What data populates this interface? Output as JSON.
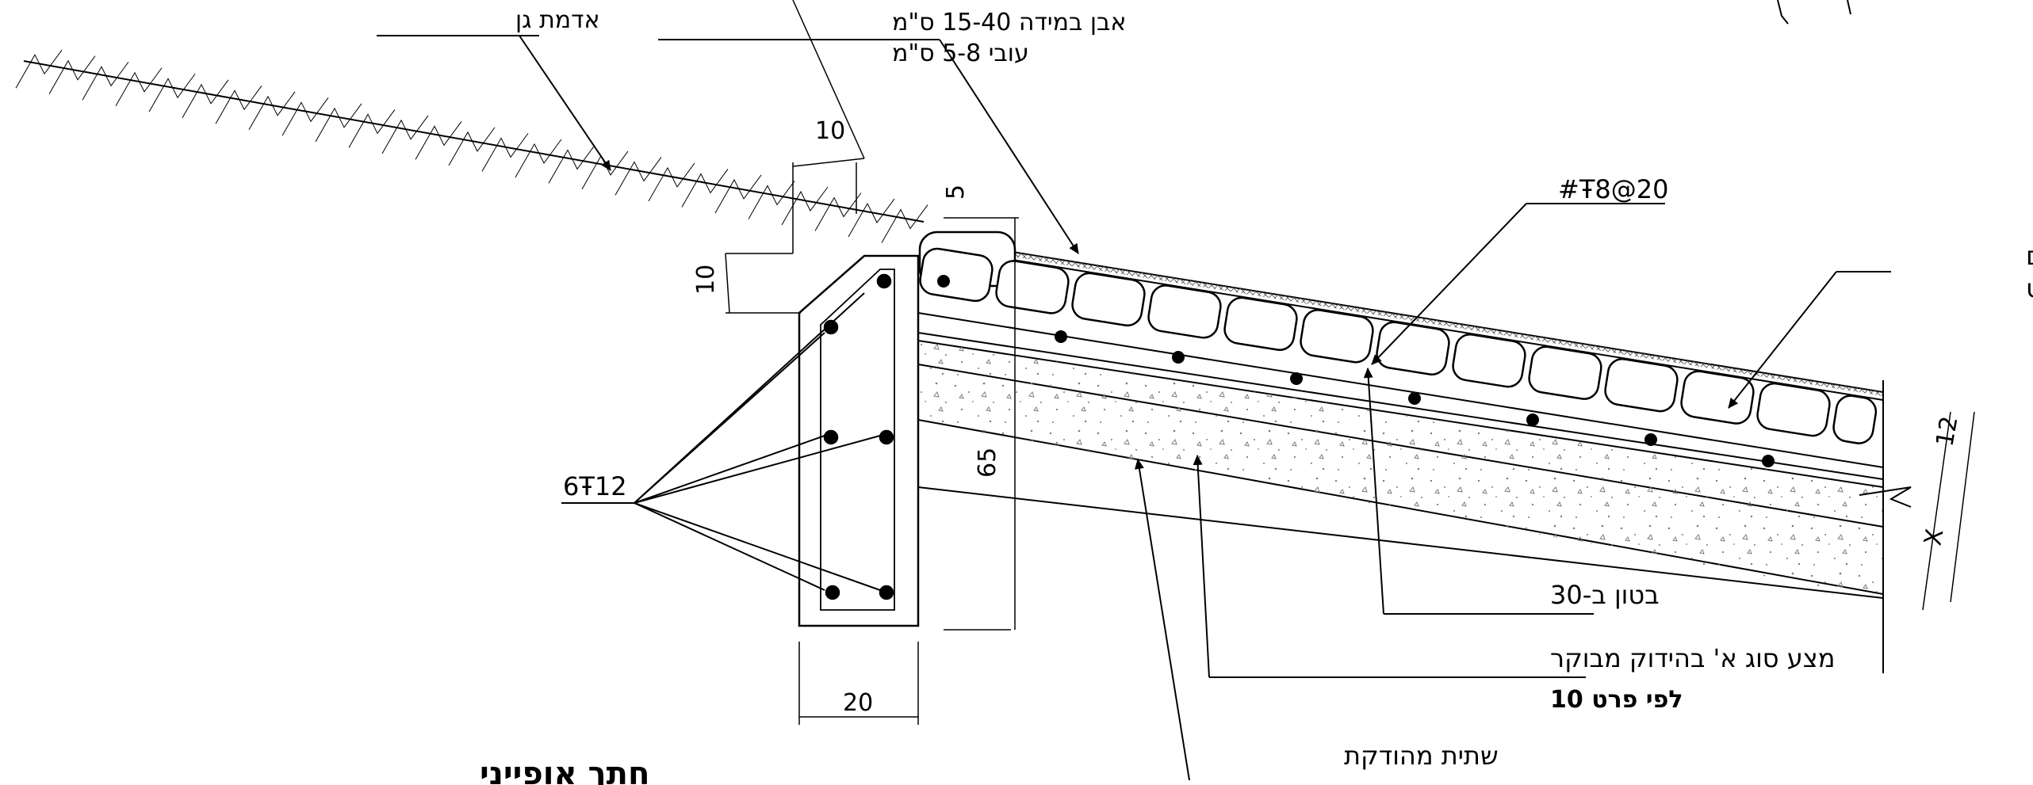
{
  "labels": {
    "topsoil": "אדמת גן",
    "stone_line1": "אבן במידה 15-40 ס\"מ",
    "stone_line2": "עובי 5-8 ס\"מ",
    "rebar_mesh": "#Ŧ8@20",
    "joint_fill_line1": "מילוי מישקים",
    "joint_fill_line2": "בטיט צמנט",
    "beam_rebar": "6Ŧ12",
    "concrete": "בטון ב-30",
    "subbase_line1": "מצע סוג א' בהידוק מבוקר",
    "subbase_line2": "לפי פרט 10",
    "compacted_bed": "שתית מהודקת",
    "section_title": "חתך אופייני"
  },
  "dimensions": {
    "beam_top": "10",
    "stone_gap": "5",
    "chamfer": "10",
    "beam_height": "65",
    "beam_width": "20",
    "slab_thickness": "12",
    "subbase_thickness": "X"
  },
  "colors": {
    "line": "#000000",
    "background": "#ffffff",
    "speckle": "#7a7a7a",
    "mortar": "#555555"
  }
}
